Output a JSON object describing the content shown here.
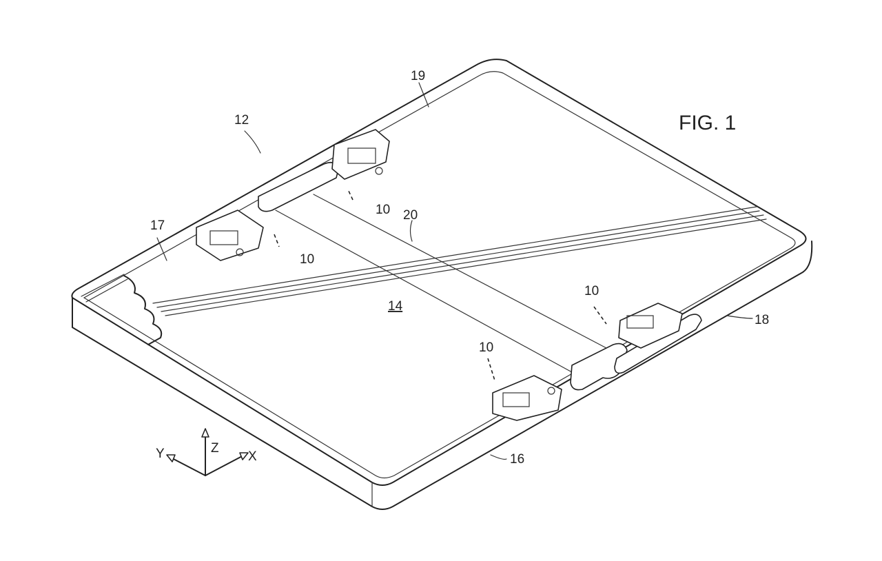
{
  "figure": {
    "title": "FIG. 1",
    "labels": {
      "device": "12",
      "hinge_top_right": "10",
      "hinge_top_left": "10",
      "hinge_bottom_right": "10",
      "hinge_bottom_left": "10",
      "display": "14",
      "first_portion": "16",
      "second_portion": "18",
      "left_region": "17",
      "upper_region": "19",
      "axis_line": "20"
    },
    "axes": {
      "y": "Y",
      "z": "Z",
      "x": "X"
    }
  }
}
